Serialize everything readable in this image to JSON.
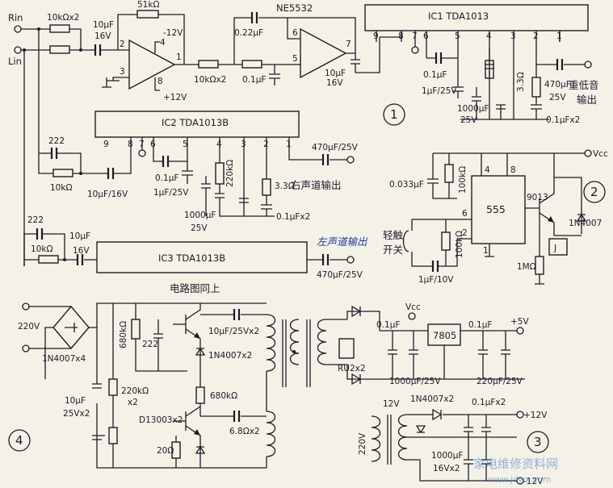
{
  "inputs": {
    "rin": "Rin",
    "lin": "Lin"
  },
  "section1": {
    "number": "1",
    "r_in": "10kΩx2",
    "c_in": "10μF",
    "c_in_v": "16V",
    "r_fb": "51kΩ",
    "neg_supply": "-12V",
    "pos_supply": "+12V",
    "pin2": "2",
    "pin3": "3",
    "pin1": "1",
    "pin4": "4",
    "pin8": "8",
    "r_mid": "10kΩx2",
    "c_mid": "0.1μF",
    "c_fb2": "0.22μF",
    "opamp2": "NE5532",
    "pin6": "6",
    "pin5": "5",
    "pin7": "7",
    "c_out": "10μF",
    "c_out_v": "16V",
    "ic1_label": "IC1  TDA1013",
    "ic1_pins": [
      "9",
      "8",
      "7",
      "6",
      "5",
      "4",
      "3",
      "2",
      "1"
    ],
    "c1": "0.1μF",
    "c2": "1μF/25V",
    "c3": "1000μF",
    "c3_v": "25V",
    "r_load": "3.3Ω",
    "c_bus": "0.1μFx2",
    "c_outbig": "470μF",
    "c_outbig_v": "25V",
    "output_label": "重低音",
    "output_label2": "输出"
  },
  "ic2": {
    "label": "IC2  TDA1013B",
    "pins": [
      "9",
      "8",
      "7",
      "6",
      "5",
      "4",
      "3",
      "2",
      "1"
    ],
    "c_222": "222",
    "r_10k": "10kΩ",
    "c_in": "10μF/16V",
    "c1": "0.1μF",
    "c2": "1μF/25V",
    "r_220k": "220kΩ",
    "c3": "1000μF",
    "c3_v": "25V",
    "r_3": "3.3Ω",
    "c_bus": "0.1μFx2",
    "c_out": "470μF/25V",
    "output": "右声道输出"
  },
  "ic3": {
    "label": "IC3  TDA1013B",
    "c_222": "222",
    "r_10k": "10kΩ",
    "c_in": "10μF",
    "c_in_v": "16V",
    "output": "左声道输出",
    "c_out": "470μF/25V",
    "note": "电路图同上"
  },
  "section2": {
    "number": "2",
    "vcc": "Vcc",
    "c_timing": "0.033μF",
    "r_top": "100kΩ",
    "timer": "555",
    "pin4": "4",
    "pin8": "8",
    "pin6": "6",
    "pin2": "2",
    "pin1": "1",
    "transistor": "9013",
    "diode": "1N4007",
    "relay": "J",
    "r_bottom": "100kΩ",
    "switch_label": "轻触",
    "switch_label2": "开关",
    "c_bottom": "1μF/10V",
    "r_base": "1MΩ"
  },
  "section3": {
    "number": "3",
    "transformer_in": "220V",
    "transformer_out": "12V",
    "diodes": "1N4007x2",
    "c_small": "0.1μFx2",
    "c_big": "1000μF",
    "c_big_v": "16Vx2",
    "pos12": "+12V",
    "neg12": "-12V",
    "vcc": "Vcc",
    "c_in1": "0.1μF",
    "c_in2": "1000μF/25V",
    "regulator": "7805",
    "c_out1": "0.1μF",
    "c_out2": "220μF/25V",
    "pos5": "+5V",
    "rectifier": "RU2x2"
  },
  "section4": {
    "number": "4",
    "mains": "220V",
    "bridge": "1N4007x4",
    "r_680k": "680kΩ",
    "c_222": "222",
    "c_pair": "10μF/25Vx2",
    "diodes": "1N4007x2",
    "r_680k2": "680kΩ",
    "c_10u": "10μF",
    "c_10u_v": "25Vx2",
    "r_220k": "220kΩ",
    "r_220k_n": "x2",
    "transistors": "D13003x2",
    "r_6": "6.8Ωx2",
    "r_20": "20Ω"
  },
  "watermark": {
    "cn": "家电维修资料网",
    "url": "www.jdwx.com"
  },
  "colors": {
    "paper": "#f4f1e6",
    "ink": "#1c1c2a",
    "note": "#1a3aa8"
  }
}
